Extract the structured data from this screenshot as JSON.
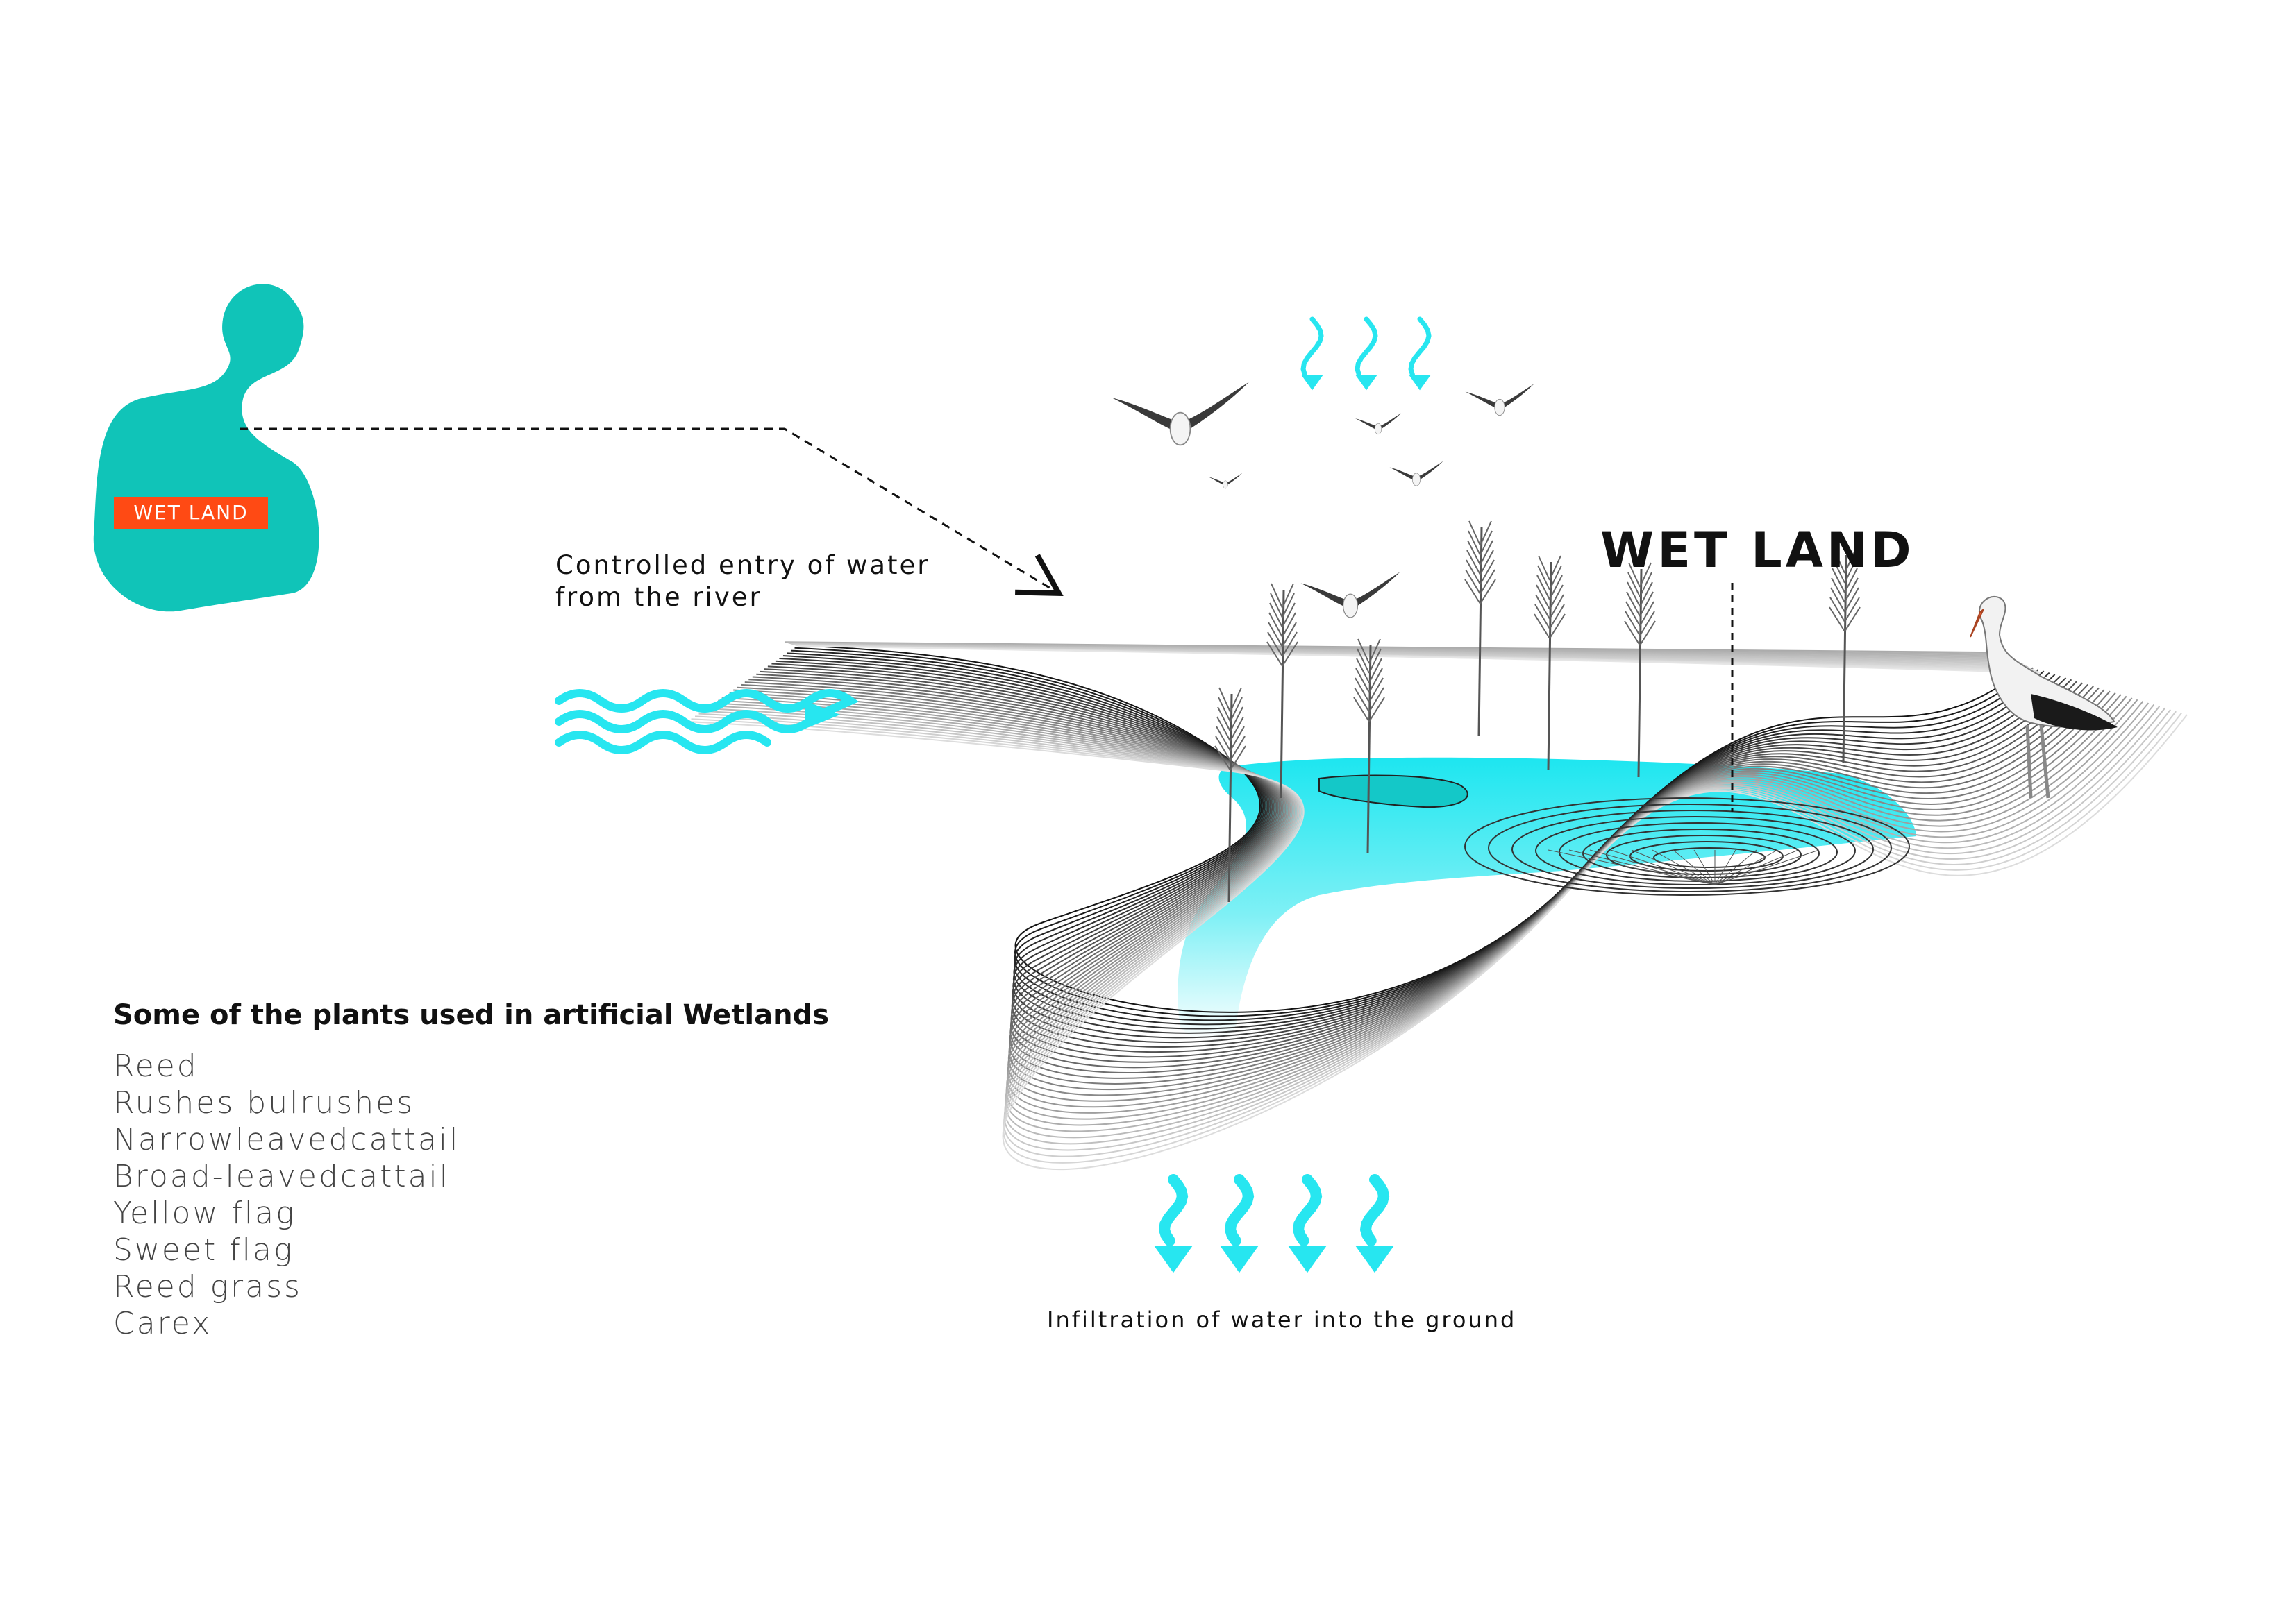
{
  "inset": {
    "label": "WET LAND",
    "fill": "#10c4b8",
    "label_bg": "#ff4a14"
  },
  "annotations": {
    "entry_line1": "Controlled entry of water",
    "entry_line2": "from the river",
    "title": "WET LAND",
    "infiltration": "Infiltration of water into the ground"
  },
  "plants": {
    "heading": "Some of the plants used in artificial Wetlands",
    "items": [
      "Reed",
      "Rushes bulrushes",
      "Narrowleavedcattail",
      "Broad-leavedcattail",
      "Yellow flag",
      "Sweet flag",
      "Reed grass",
      "Carex"
    ]
  },
  "colors": {
    "water": "#1de6f0",
    "arrow": "#27e6f0",
    "contour": "#333333"
  },
  "icons": [
    "rain-arrow-icon",
    "river-flow-icon",
    "infiltration-arrow-icon",
    "gull-icon",
    "stork-icon",
    "reed-icon"
  ]
}
